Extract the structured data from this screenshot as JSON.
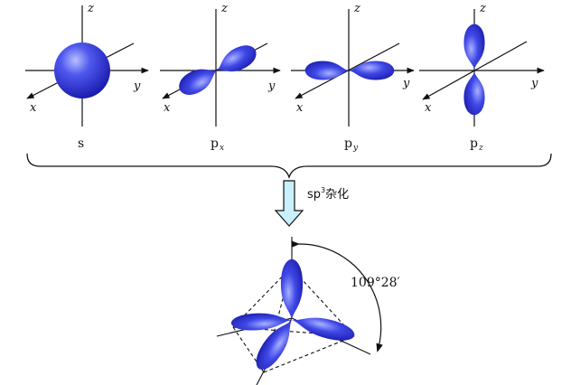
{
  "colors": {
    "lobe_dark": "#1a1fb8",
    "lobe_mid": "#3f48e6",
    "lobe_light": "#a9b1ff",
    "arrow_fill": "#c8f0ff",
    "axis_stroke": "#111111"
  },
  "axes": {
    "x": "x",
    "y": "y",
    "z": "z"
  },
  "orbitals": [
    {
      "main": "s",
      "sub": ""
    },
    {
      "main": "p",
      "sub": "x"
    },
    {
      "main": "p",
      "sub": "y"
    },
    {
      "main": "p",
      "sub": "z"
    }
  ],
  "hybridization": {
    "main": "sp",
    "superscript": "3",
    "suffix": "杂化"
  },
  "bond_angle": "109°28′"
}
